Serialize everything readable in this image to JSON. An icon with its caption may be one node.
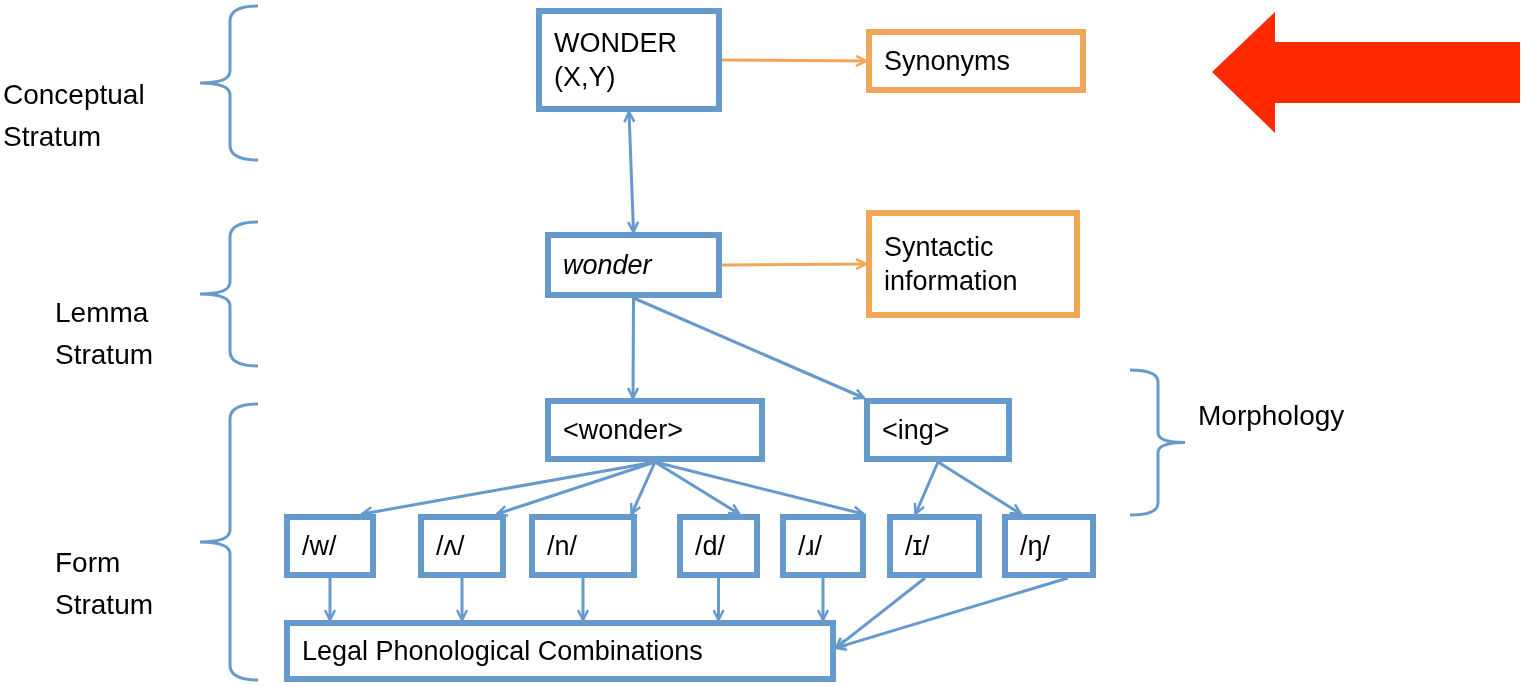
{
  "diagram": {
    "nodes": [
      {
        "text": [
          "WONDER (X,Y)"
        ]
      },
      {
        "text": [
          "Synonyms"
        ]
      },
      {
        "text": [
          "wonder"
        ]
      },
      {
        "text": [
          "Syntactic information"
        ]
      },
      {
        "text": [
          "<wonder>"
        ]
      },
      {
        "text": [
          "<ing>"
        ]
      },
      {
        "text": [
          "/w/"
        ]
      },
      {
        "text": [
          "/ʌ/"
        ]
      },
      {
        "text": [
          "/n/"
        ]
      },
      {
        "text": [
          "/d/"
        ]
      },
      {
        "text": [
          "/ɹ/"
        ]
      },
      {
        "text": [
          "/ɪ/"
        ]
      },
      {
        "text": [
          "/ŋ/"
        ]
      },
      {
        "text": [
          "Legal Phonological Combinations"
        ]
      }
    ],
    "edges": [
      {
        "from": 0,
        "to": 1,
        "arrow": "to",
        "color": "#f2a65a"
      },
      {
        "from": 0,
        "to": 2,
        "arrow": "both"
      },
      {
        "from": 2,
        "to": 3,
        "arrow": "to",
        "color": "#f2a65a"
      },
      {
        "from": 2,
        "to": 4,
        "arrow": "to"
      },
      {
        "from": 2,
        "to": 5,
        "arrow": "to"
      },
      {
        "from": 4,
        "to": 6,
        "arrow": "to"
      },
      {
        "from": 4,
        "to": 7,
        "arrow": "to"
      },
      {
        "from": 4,
        "to": 8,
        "arrow": "to"
      },
      {
        "from": 4,
        "to": 9,
        "arrow": "to"
      },
      {
        "from": 4,
        "to": 10,
        "arrow": "to"
      },
      {
        "from": 5,
        "to": 11,
        "arrow": "to"
      },
      {
        "from": 5,
        "to": 12,
        "arrow": "to"
      },
      {
        "from": 6,
        "to": 13,
        "arrow": "to"
      },
      {
        "from": 7,
        "to": 13,
        "arrow": "to"
      },
      {
        "from": 8,
        "to": 13,
        "arrow": "to"
      },
      {
        "from": 9,
        "to": 13,
        "arrow": "to"
      },
      {
        "from": 10,
        "to": 13,
        "arrow": "to"
      },
      {
        "from": 11,
        "to": 13,
        "arrow": "to"
      },
      {
        "from": 12,
        "to": 13,
        "arrow": "to"
      }
    ],
    "labels": [
      "Conceptual Stratum",
      "Lemma Stratum",
      "Form Stratum",
      "Morphology"
    ]
  }
}
